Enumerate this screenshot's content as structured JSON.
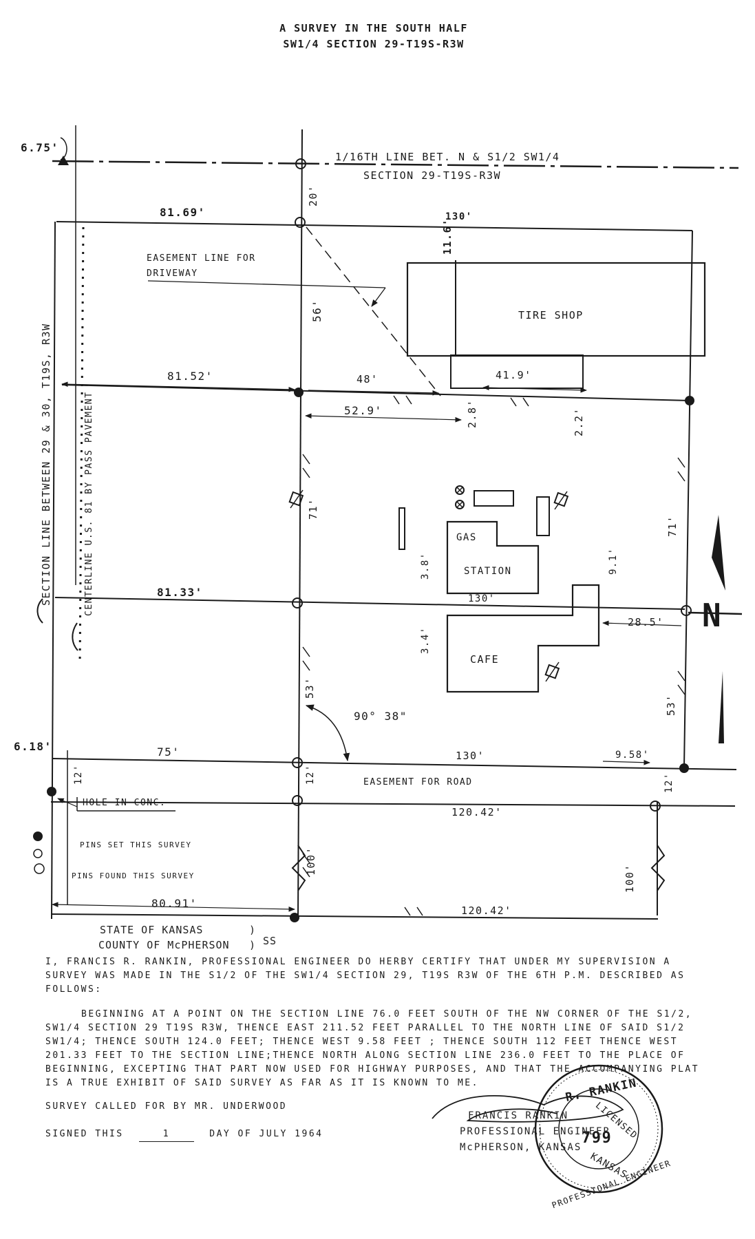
{
  "title": {
    "line1": "A SURVEY IN THE SOUTH HALF",
    "line2": "SW1/4 SECTION 29-T19S-R3W"
  },
  "top_line": {
    "line1": "1/16TH LINE BET. N & S1/2 SW1/4",
    "line2": "SECTION 29-T19S-R3W"
  },
  "section_line": "SECTION LINE BETWEEN 29 & 30, T19S, R3W",
  "centerline": "CENTERLINE U.S. 81 BY PASS PAVEMENT",
  "easement_driveway": {
    "line1": "EASEMENT LINE FOR",
    "line2": "DRIVEWAY"
  },
  "easement_road": "EASEMENT FOR ROAD",
  "buildings": {
    "tire_shop": "TIRE SHOP",
    "gas_station_1": "GAS",
    "gas_station_2": "STATION",
    "cafe": "CAFE"
  },
  "legend": {
    "hole": "HOLE IN CONC.",
    "set": "PINS SET THIS SURVEY",
    "found": "PINS FOUND THIS SURVEY"
  },
  "dims": {
    "d675": "6.75'",
    "d618": "6.18'",
    "d8169": "81.69'",
    "d8152": "81.52'",
    "d8133": "81.33'",
    "d75": "75'",
    "d8091": "80.91'",
    "d20": "20'",
    "d56": "56'",
    "d71a": "71'",
    "d71b": "71'",
    "d53a": "53'",
    "d53b": "53'",
    "d12a": "12'",
    "d12b": "12'",
    "d12c": "12'",
    "d100a": "100'",
    "d100b": "100'",
    "d130a": "130'",
    "d130b": "130'",
    "d130c": "130'",
    "d116": "11.6'",
    "d48": "48'",
    "d529": "52.9'",
    "d419": "41.9'",
    "d28": "2.8'",
    "d22": "2.2'",
    "d38": "3.8'",
    "d34": "3.4'",
    "d91": "9.1'",
    "d285": "28.5'",
    "d958": "9.58'",
    "d12042a": "120.42'",
    "d12042b": "120.42'",
    "angle": "90° 38\""
  },
  "north": "N",
  "certificate": {
    "state": "STATE OF KANSAS",
    "county": "COUNTY OF McPHERSON",
    "ss": "SS",
    "para1": "I, FRANCIS R. RANKIN, PROFESSIONAL ENGINEER DO HERBY CERTIFY THAT UNDER MY SUPERVISION A SURVEY WAS MADE IN THE S1/2 OF THE SW1/4 SECTION 29, T19S R3W OF THE 6TH P.M. DESCRIBED AS FOLLOWS:",
    "para2": "BEGINNING AT A POINT ON THE SECTION LINE 76.0 FEET SOUTH OF THE NW CORNER OF THE S1/2, SW1/4 SECTION 29 T19S R3W, THENCE EAST 211.52 FEET PARALLEL TO THE NORTH LINE OF SAID S1/2 SW1/4; THENCE SOUTH 124.0 FEET; THENCE WEST 9.58 FEET ; THENCE SOUTH 112 FEET THENCE WEST 201.33 FEET TO THE SECTION LINE;THENCE NORTH ALONG SECTION LINE 236.0 FEET TO THE PLACE OF BEGINNING, EXCEPTING THAT PART NOW USED FOR HIGHWAY PURPOSES, AND THAT THE ACCOMPANYING PLAT IS A TRUE EXHIBIT OF SAID SURVEY AS FAR AS IT IS KNOWN TO ME.",
    "called": "SURVEY CALLED FOR BY MR. UNDERWOOD",
    "signed_pre": "SIGNED THIS",
    "signed_day": "1",
    "signed_post": "DAY OF JULY 1964"
  },
  "signature": {
    "name": "FRANCIS RANKIN",
    "title": "PROFESSIONAL ENGINEER",
    "city": "McPHERSON, KANSAS"
  },
  "seal": {
    "name": "R. RANKIN",
    "licensed": "LICENSED",
    "number": "799",
    "state": "KANSAS",
    "profession": "PROFESSIONAL ENGINEER"
  }
}
